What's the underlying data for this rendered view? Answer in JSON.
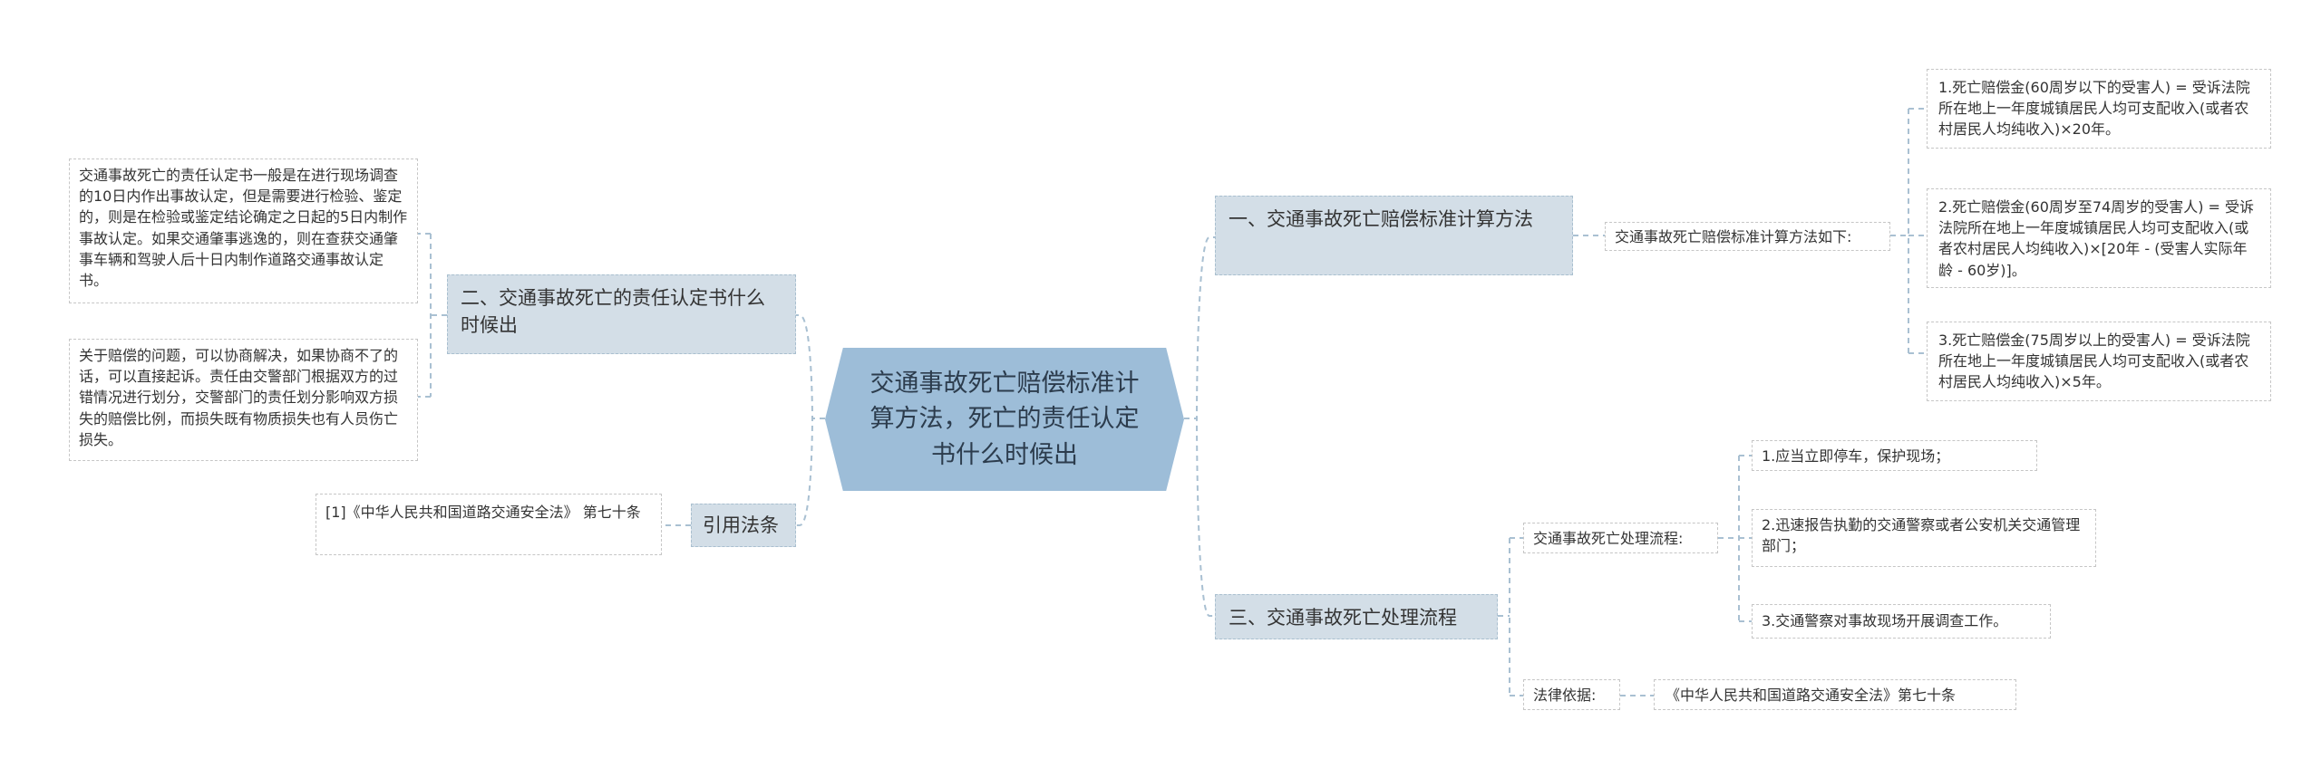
{
  "root": {
    "title": "交通事故死亡赔偿标准计算方法，死亡的责任认定书什么时候出"
  },
  "right": {
    "branch1": {
      "label": "一、交通事故死亡赔偿标准计算方法",
      "sub": "交通事故死亡赔偿标准计算方法如下:",
      "items": [
        "1.死亡赔偿金(60周岁以下的受害人) = 受诉法院所在地上一年度城镇居民人均可支配收入(或者农村居民人均纯收入)×20年。",
        "2.死亡赔偿金(60周岁至74周岁的受害人) = 受诉法院所在地上一年度城镇居民人均可支配收入(或者农村居民人均纯收入)×[20年 - (受害人实际年龄 - 60岁)]。",
        "3.死亡赔偿金(75周岁以上的受害人) = 受诉法院所在地上一年度城镇居民人均可支配收入(或者农村居民人均纯收入)×5年。"
      ]
    },
    "branch3": {
      "label": "三、交通事故死亡处理流程",
      "process_label": "交通事故死亡处理流程:",
      "process_items": [
        "1.应当立即停车，保护现场；",
        "2.迅速报告执勤的交通警察或者公安机关交通管理部门；",
        "3.交通警察对事故现场开展调查工作。"
      ],
      "law_label": "法律依据:",
      "law_text": "《中华人民共和国道路交通安全法》第七十条"
    }
  },
  "left": {
    "branch2": {
      "label": "二、交通事故死亡的责任认定书什么时候出",
      "items": [
        "交通事故死亡的责任认定书一般是在进行现场调查的10日内作出事故认定，但是需要进行检验、鉴定的，则是在检验或鉴定结论确定之日起的5日内制作事故认定。如果交通肇事逃逸的，则在查获交通肇事车辆和驾驶人后十日内制作道路交通事故认定书。",
        "关于赔偿的问题，可以协商解决，如果协商不了的话，可以直接起诉。责任由交警部门根据双方的过错情况进行划分，交警部门的责任划分影响双方损失的赔偿比例，而损失既有物质损失也有人员伤亡损失。"
      ]
    },
    "citation": {
      "label": "引用法条",
      "item": "[1]《中华人民共和国道路交通安全法》 第七十条"
    }
  },
  "colors": {
    "root_fill": "#9dbdd8",
    "branch_fill": "#d3dee7",
    "connector": "#a9c0d2"
  }
}
